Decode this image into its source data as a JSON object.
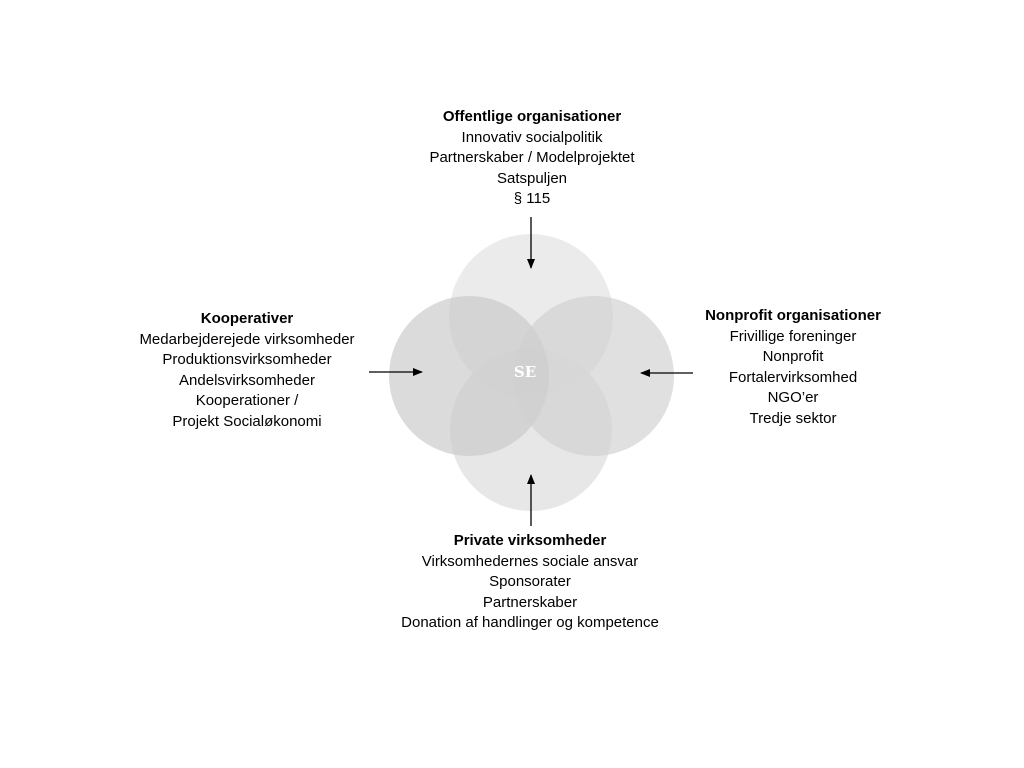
{
  "center_label": "SE",
  "groups": {
    "top": {
      "heading": "Offentlige organisationer",
      "lines": [
        "Innovativ socialpolitik",
        "Partnerskaber / Modelprojektet",
        "Satspuljen",
        "§ 115"
      ]
    },
    "left": {
      "heading": "Kooperativer",
      "lines": [
        "Medarbejderejede virksomheder",
        "Produktionsvirksomheder",
        "Andelsvirksomheder",
        "Kooperationer /",
        "Projekt Socialøkonomi"
      ]
    },
    "right": {
      "heading": "Nonprofit organisationer",
      "lines": [
        "Frivillige foreninger",
        "Nonprofit",
        "Fortalervirksomhed",
        "NGO’er",
        "Tredje sektor"
      ]
    },
    "bottom": {
      "heading": "Private virksomheder",
      "lines": [
        "Virksomhedernes sociale ansvar",
        "Sponsorater",
        "Partnerskaber",
        "Donation af handlinger og kompetence"
      ]
    }
  },
  "colors": {
    "circle_top": "#ebebeb",
    "circle_bottom": "#e3e3e3",
    "circle_left": "#c7c7c7",
    "circle_right": "#cfcfcf",
    "arrow": "#000000"
  }
}
